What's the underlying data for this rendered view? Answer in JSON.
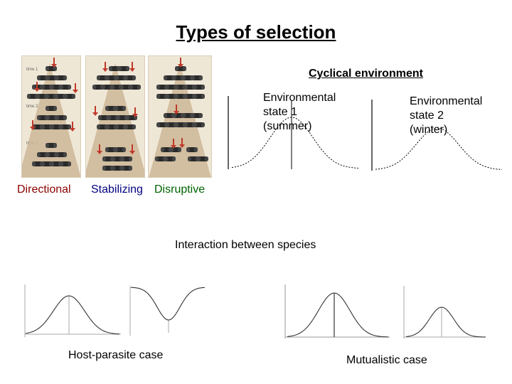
{
  "title": "Types of selection",
  "cyclical": {
    "heading": "Cyclical environment",
    "state1": "Environmental\nstate 1\n(summer)",
    "state2": "Environmental\nstate 2\n(winter)"
  },
  "selection_types": {
    "directional": "Directional",
    "stabilizing": "Stabilizing",
    "disruptive": "Disruptive",
    "directional_color": "#8b0000",
    "stabilizing_color": "#000080",
    "disruptive_color": "#006400"
  },
  "panel_time_labels": [
    "time 1",
    "time 2",
    "time 3"
  ],
  "interaction": {
    "heading": "Interaction between species",
    "host_parasite": "Host-parasite case",
    "mutualistic": "Mutualistic case"
  }
}
